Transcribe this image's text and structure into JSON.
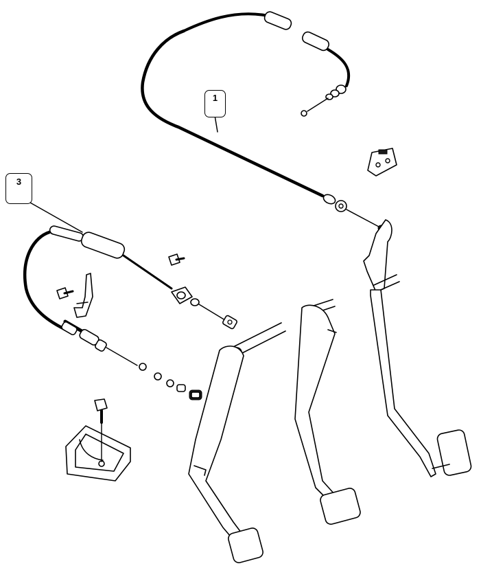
{
  "callouts": [
    {
      "id": "accelerator-cable",
      "label": "1"
    },
    {
      "id": "clutch-cable",
      "label": "3"
    }
  ]
}
